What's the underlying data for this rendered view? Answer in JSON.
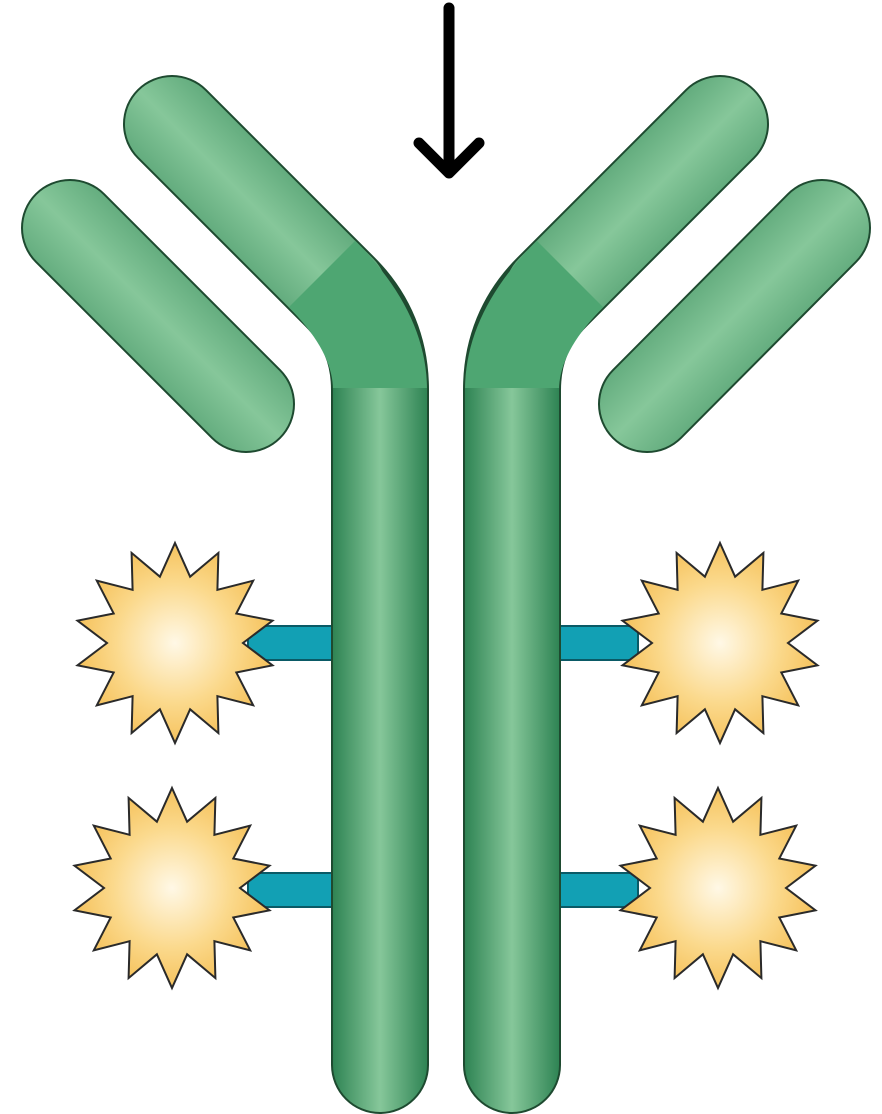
{
  "diagram": {
    "subject": "antibody-drug-conjugate",
    "colors": {
      "background": "#ffffff",
      "chain_fill": "#3f9a62",
      "chain_highlight": "#86c79a",
      "chain_outline": "#1e4a30",
      "linker": "#12a0b4",
      "linker_outline": "#0a5a66",
      "payload_center": "#fff8e6",
      "payload_edge": "#f7c35a",
      "payload_outline": "#2a2a2a",
      "arrow": "#000000"
    },
    "icons": {
      "pointer": "arrow-down-icon",
      "payload": "starburst-icon"
    },
    "payload_count": 4,
    "light_chain_count": 2,
    "heavy_chain_count": 2
  }
}
